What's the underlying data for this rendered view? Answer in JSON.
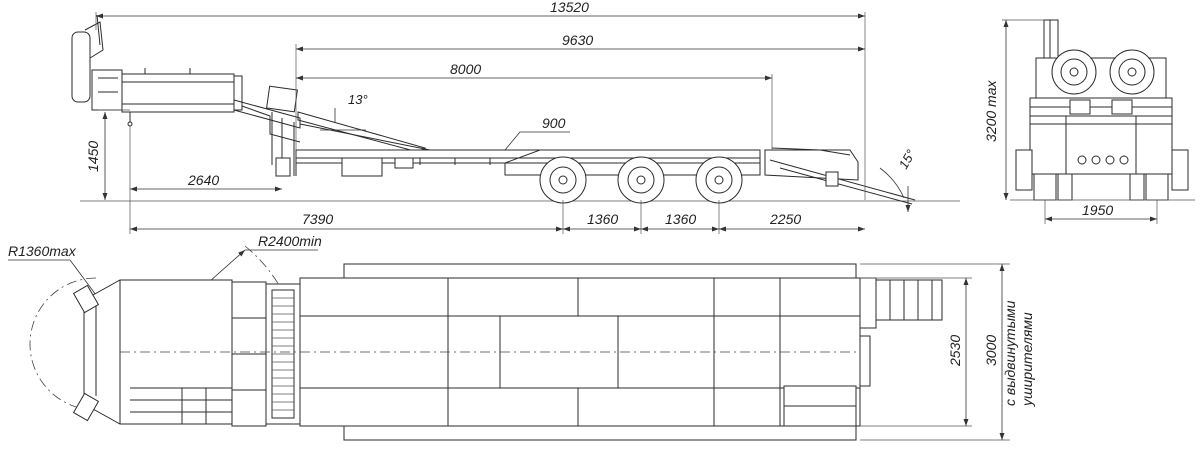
{
  "side_view": {
    "overall_length": "13520",
    "platform_with_ramp": "9630",
    "platform_length": "8000",
    "gooseneck_height": "1450",
    "ramp_angle": "13°",
    "deck_height": "900",
    "kingpin_offset": "2640",
    "kingpin_to_axle": "7390",
    "axle_spacing_1": "1360",
    "axle_spacing_2": "1360",
    "rear_overhang": "2250",
    "rear_ramp_angle": "15°"
  },
  "rear_view": {
    "height": "3200 max",
    "track_width": "1950"
  },
  "top_view": {
    "front_radius": "R1360max",
    "turn_radius": "R2400min",
    "deck_width": "2530",
    "extended_width": "3000",
    "extended_note_line1": "с выдвинутыми",
    "extended_note_line2": "уширителями"
  }
}
